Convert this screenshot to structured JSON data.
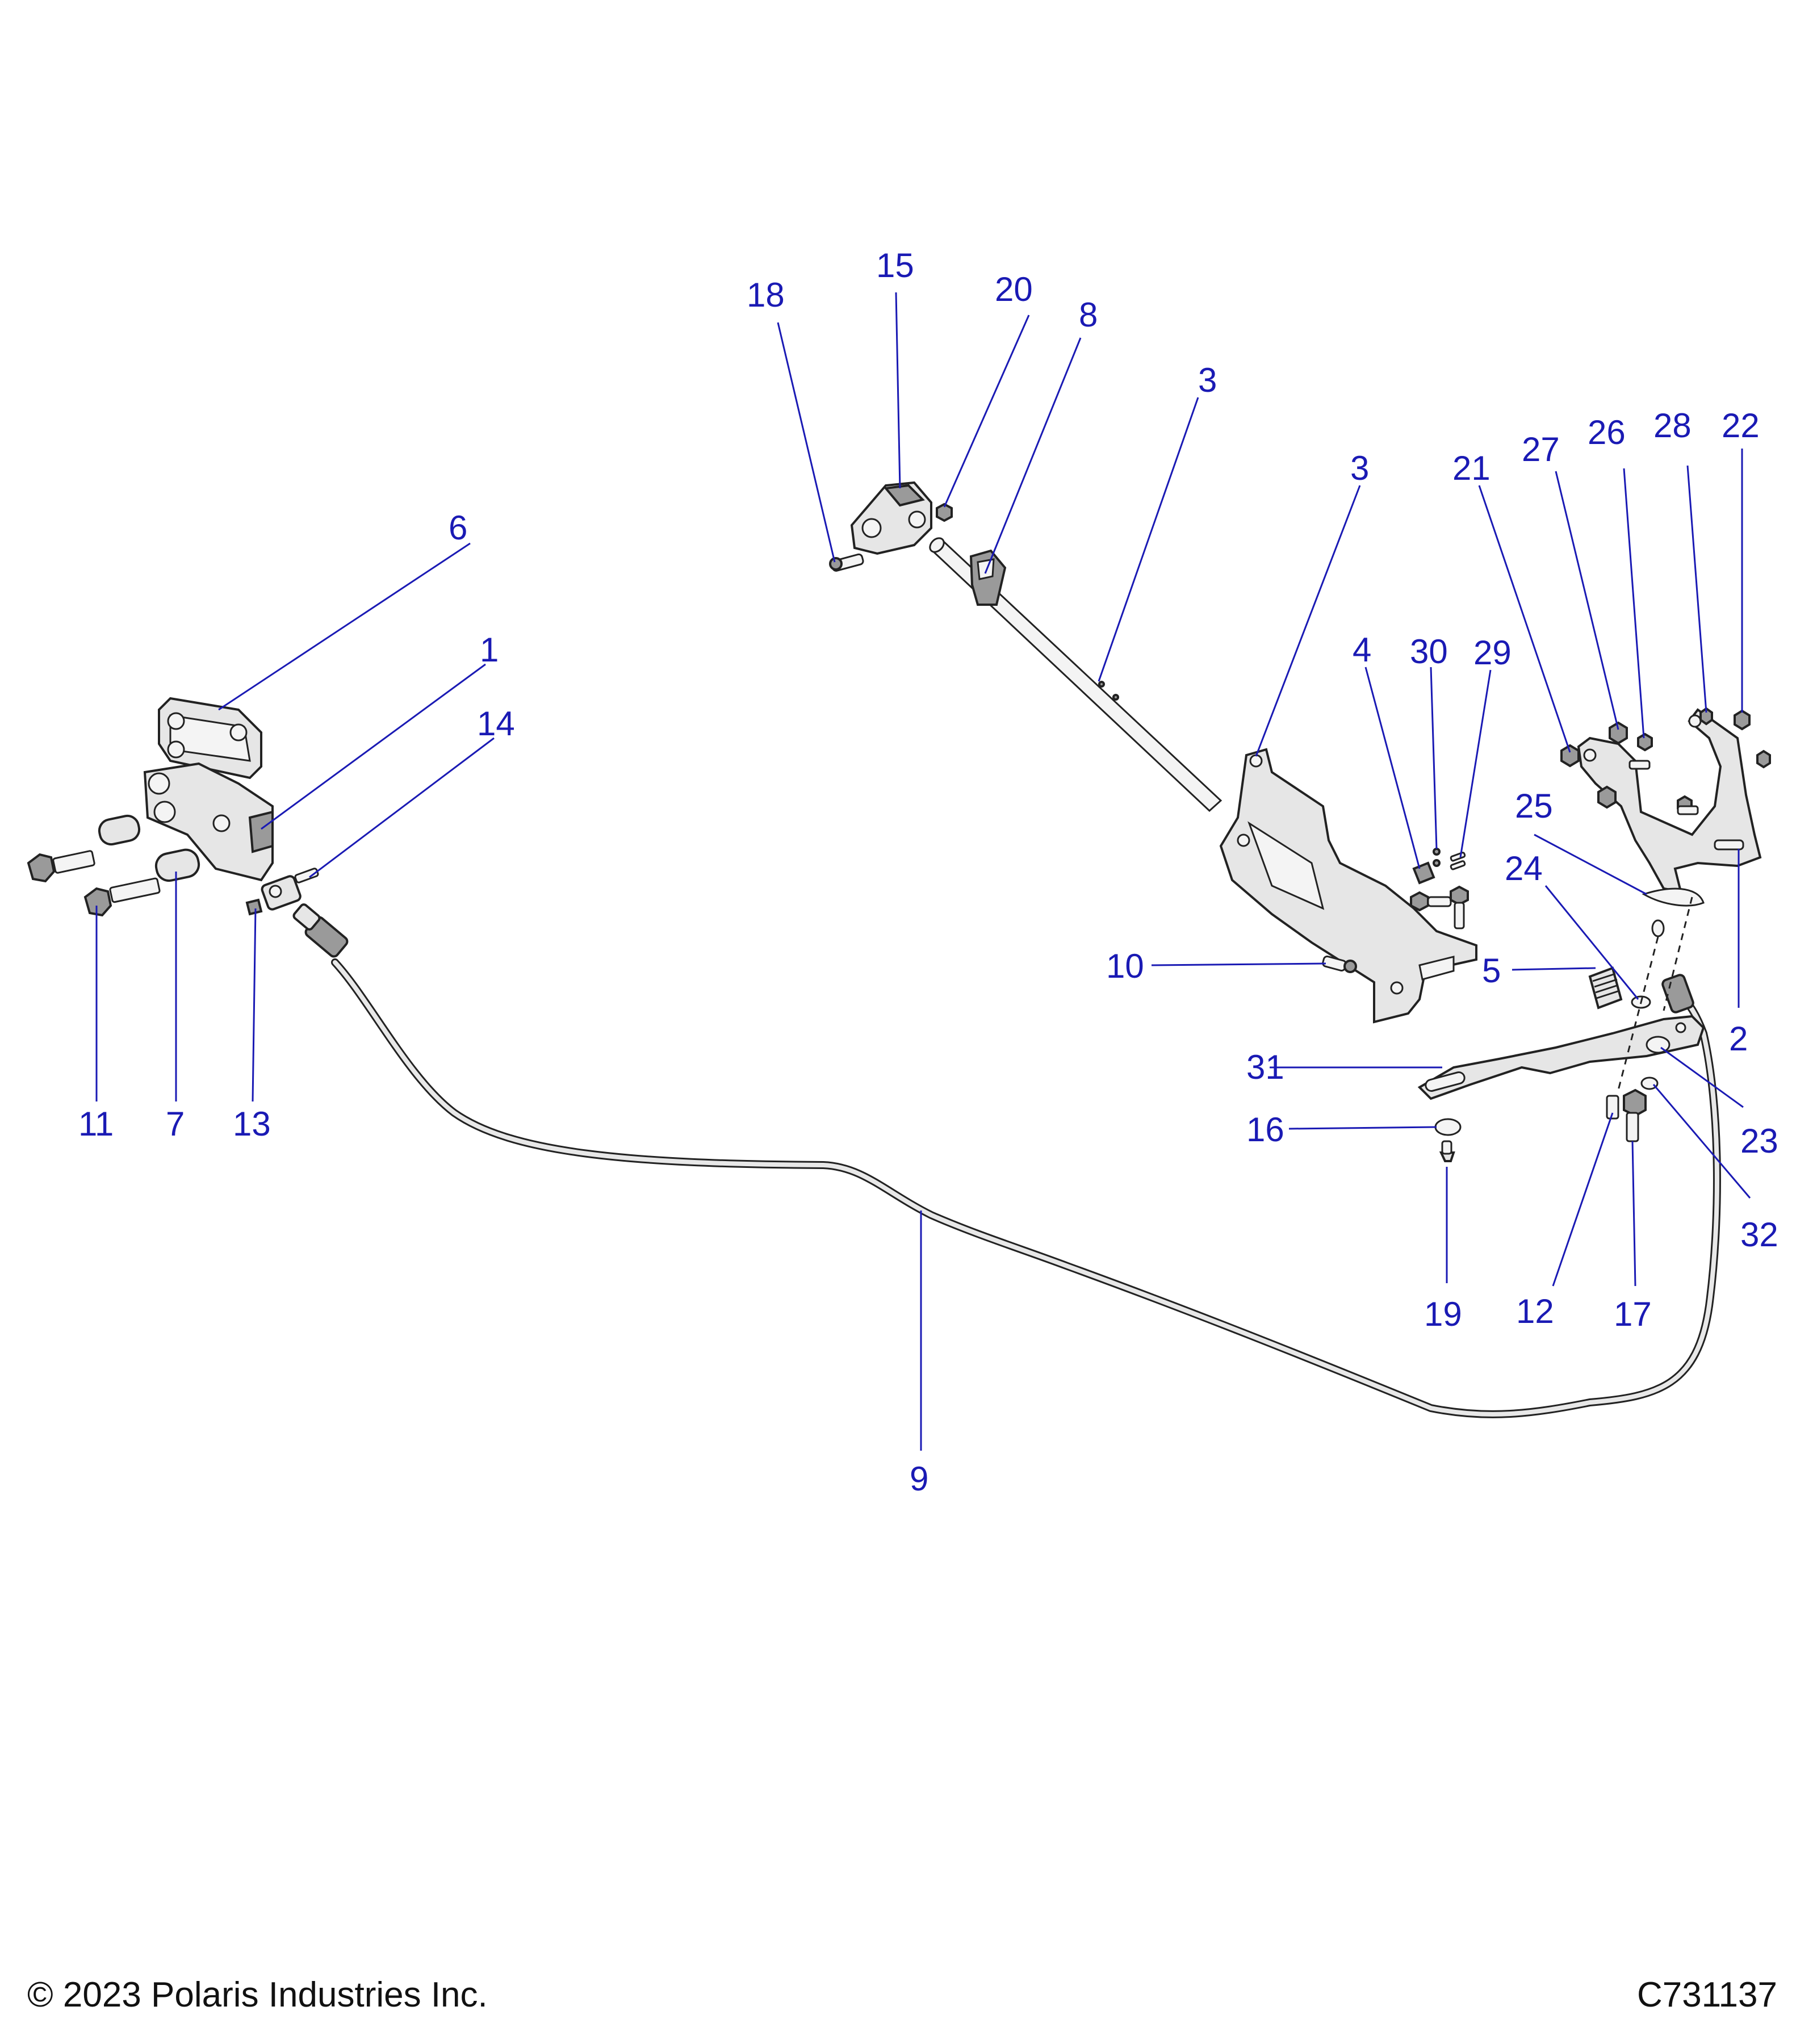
{
  "footer": {
    "copyright": "© 2023 Polaris Industries Inc.",
    "drawing_number": "C731137"
  },
  "callouts": {
    "c1": "1",
    "c2": "2",
    "c3a": "3",
    "c3b": "3",
    "c4": "4",
    "c5": "5",
    "c6": "6",
    "c7": "7",
    "c8": "8",
    "c9": "9",
    "c10": "10",
    "c11": "11",
    "c12": "12",
    "c13": "13",
    "c14": "14",
    "c15": "15",
    "c16": "16",
    "c17": "17",
    "c18": "18",
    "c19": "19",
    "c20": "20",
    "c21": "21",
    "c22": "22",
    "c23": "23",
    "c24": "24",
    "c25": "25",
    "c26": "26",
    "c27": "27",
    "c28": "28",
    "c29": "29",
    "c30": "30",
    "c31": "31",
    "c32": "32"
  },
  "colors": {
    "callout": "#1a1ab4",
    "line_art": "#222222",
    "background": "#ffffff"
  }
}
